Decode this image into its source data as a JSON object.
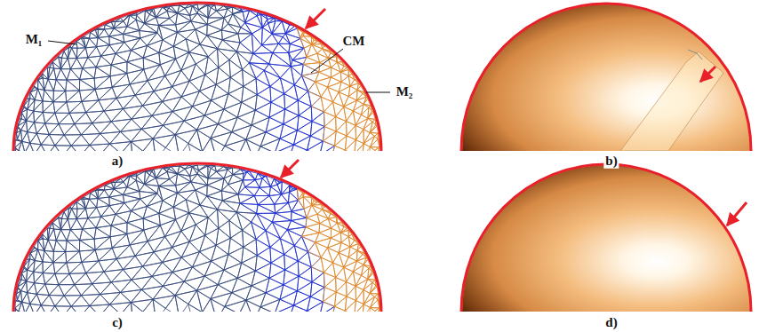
{
  "diagram": {
    "labels": [
      "M₁",
      "CM",
      "M₂",
      "a)",
      "b)",
      "c)",
      "d)"
    ]
  }
}
